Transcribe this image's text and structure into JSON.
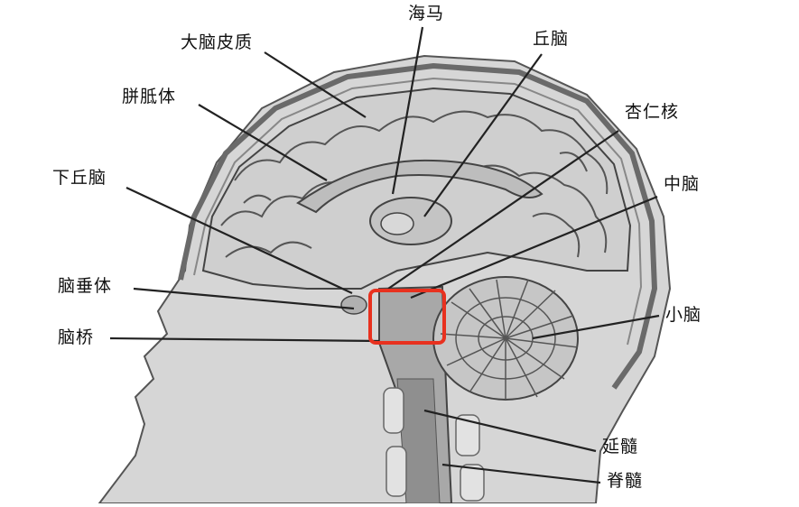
{
  "labels": {
    "cerebral_cortex": "大脑皮质",
    "hippocampus": "海马",
    "thalamus": "丘脑",
    "corpus_callosum": "胼胝体",
    "amygdala": "杏仁核",
    "hypothalamus": "下丘脑",
    "midbrain": "中脑",
    "pituitary": "脑垂体",
    "cerebellum": "小脑",
    "pons": "脑桥",
    "medulla": "延髓",
    "spinal_cord": "脊髓"
  },
  "colors": {
    "highlight_box": "#e8311f",
    "tissue_gray": "#c9c9c9",
    "dark_gray": "#8f8f8f",
    "line_black": "#222222"
  }
}
